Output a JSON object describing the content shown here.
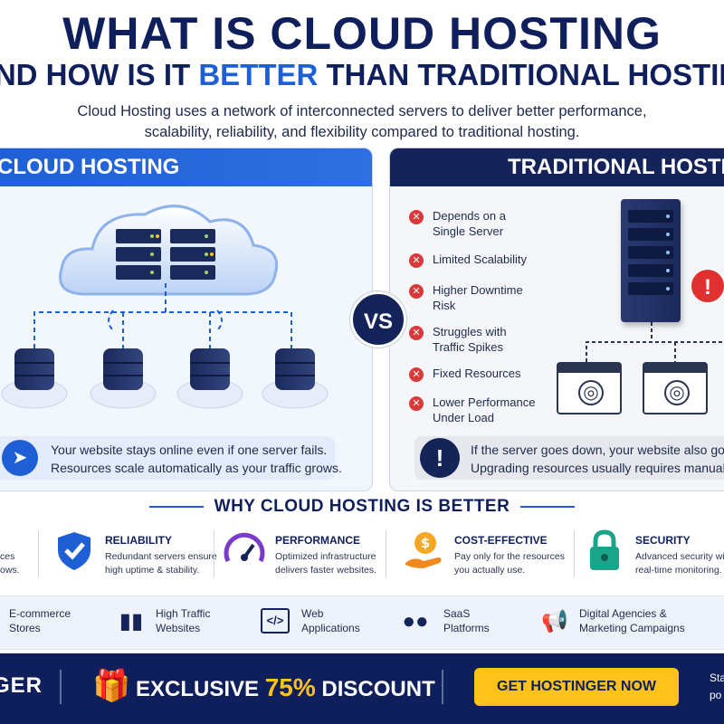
{
  "title_line1": "WHAT IS CLOUD HOSTING",
  "title_line2_pre": "AND HOW IS IT ",
  "title_line2_highlight": "BETTER",
  "title_line2_post": " THAN TRADITIONAL HOSTING",
  "intro_line1": "Cloud Hosting uses a network of interconnected servers to deliver better performance,",
  "intro_line2": "scalability, reliability, and flexibility compared to traditional hosting.",
  "cloud": {
    "heading": "CLOUD HOSTING",
    "note_line1": "Your website stays online even if one server fails.",
    "note_line2": "Resources scale automatically as your traffic grows."
  },
  "vs_label": "VS",
  "traditional": {
    "heading": "TRADITIONAL HOSTING",
    "features": [
      {
        "line1": "Depends on a",
        "line2": "Single Server"
      },
      {
        "line1": "Limited Scalability",
        "line2": ""
      },
      {
        "line1": "Higher Downtime",
        "line2": "Risk"
      },
      {
        "line1": "Struggles with",
        "line2": "Traffic Spikes"
      },
      {
        "line1": "Fixed Resources",
        "line2": ""
      },
      {
        "line1": "Lower Performance",
        "line2": "Under Load"
      }
    ],
    "note_line1": "If the server goes down, your website also goes down.",
    "note_line2": "Upgrading resources usually requires manual effort."
  },
  "why_title": "WHY CLOUD HOSTING IS BETTER",
  "benefits": [
    {
      "title": "",
      "desc1": "ces",
      "desc2": "ows."
    },
    {
      "title": "RELIABILITY",
      "desc1": "Redundant servers ensure",
      "desc2": "high uptime & stability."
    },
    {
      "title": "PERFORMANCE",
      "desc1": "Optimized infrastructure",
      "desc2": "delivers faster websites."
    },
    {
      "title": "COST-EFFECTIVE",
      "desc1": "Pay only for the resources",
      "desc2": "you actually use."
    },
    {
      "title": "SECURITY",
      "desc1": "Advanced security with",
      "desc2": "real-time monitoring."
    }
  ],
  "use_cases": [
    {
      "line1": "E-commerce",
      "line2": "Stores"
    },
    {
      "line1": "High Traffic",
      "line2": "Websites"
    },
    {
      "line1": "Web",
      "line2": "Applications"
    },
    {
      "line1": "SaaS",
      "line2": "Platforms"
    },
    {
      "line1": "Digital Agencies &",
      "line2": "Marketing Campaigns"
    }
  ],
  "cta": {
    "brand": "GER",
    "discount_pre": "EXCLUSIVE ",
    "discount_pct": "75%",
    "discount_post": " DISCOUNT",
    "button": "GET HOSTINGER NOW",
    "side_line1": "Sta",
    "side_line2": "po"
  },
  "colors": {
    "navy": "#0f1f5c",
    "blue": "#1f5fd6",
    "yellow": "#ffc21a",
    "red": "#d83a3a"
  }
}
